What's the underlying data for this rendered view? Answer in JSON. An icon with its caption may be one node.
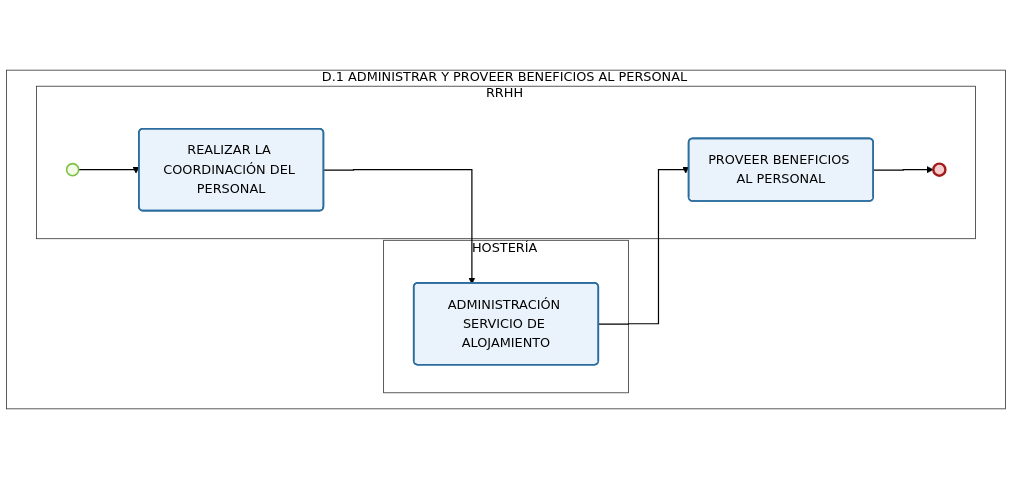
{
  "diagram": {
    "nodes": [
      {
        "text": [
          "D.1  ADMINISTRAR  Y PROVEER  BENEFICIOS AL PERSONAL"
        ]
      },
      {
        "text": [
          "RRHH"
        ],
        "in": 0
      },
      {
        "text": [
          "HOSTERÍA"
        ],
        "in": 0
      },
      {
        "text": [],
        "shape": "circle",
        "in": 1
      },
      {
        "text": [
          "REALIZAR LA COORDINACIÓN DEL PERSONAL"
        ],
        "in": 1
      },
      {
        "text": [
          "PROVEER BENEFICIOS AL PERSONAL"
        ],
        "in": 1
      },
      {
        "text": [],
        "shape": "circle",
        "in": 1
      },
      {
        "text": [
          "ADMINISTRACIÓN SERVICIO DE ALOJAMIENTO"
        ],
        "in": 2
      }
    ],
    "edges": [
      {
        "from": 3,
        "to": 4,
        "arrow": "to"
      },
      {
        "from": 4,
        "to": 7,
        "arrow": "to"
      },
      {
        "from": 7,
        "to": 5,
        "arrow": "to"
      },
      {
        "from": 5,
        "to": 6,
        "arrow": "to"
      }
    ]
  }
}
